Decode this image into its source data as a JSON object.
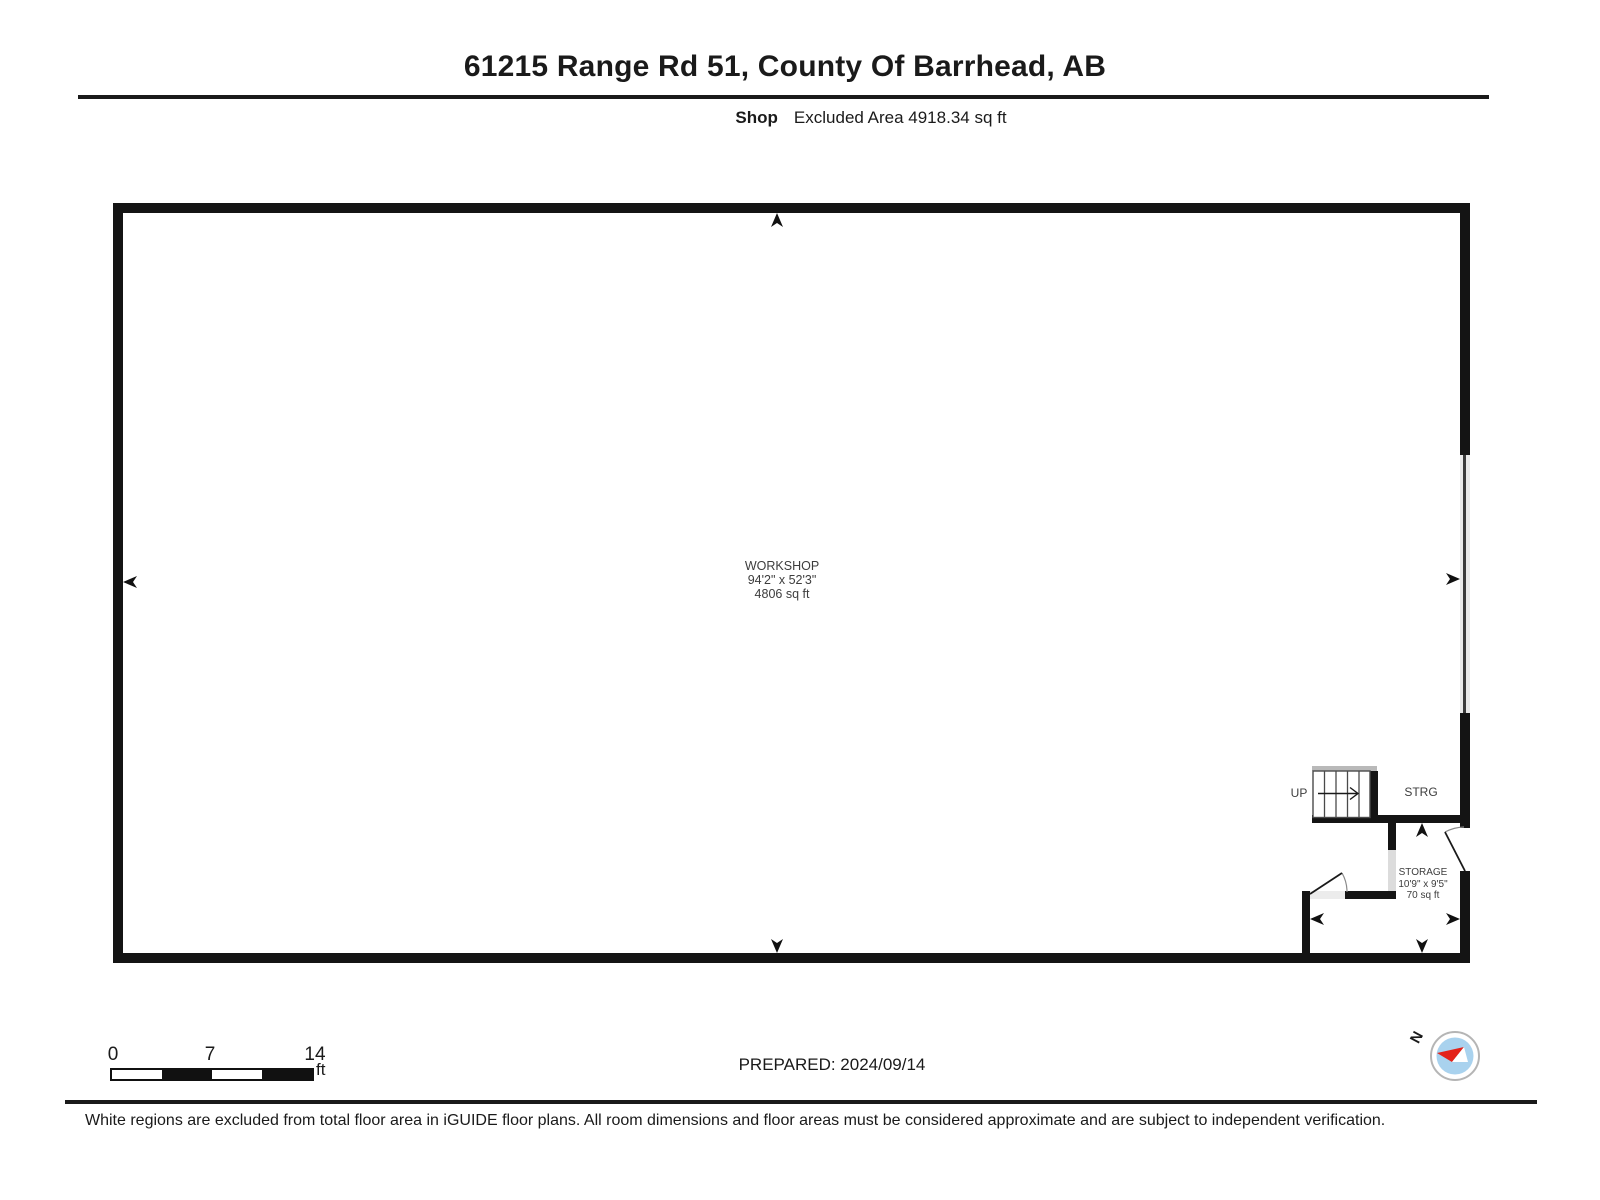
{
  "header": {
    "title": "61215 Range Rd 51, County Of Barrhead, AB",
    "floor_label": "Shop",
    "excluded_area": "Excluded Area 4918.34 sq ft"
  },
  "rooms": {
    "workshop": {
      "name": "WORKSHOP",
      "dimensions": "94'2\" x 52'3\"",
      "area": "4806 sq ft"
    },
    "storage": {
      "name": "STORAGE",
      "dimensions": "10'9\" x 9'5\"",
      "area": "70 sq ft"
    },
    "strg": {
      "name": "STRG"
    },
    "stairs": {
      "label": "UP"
    }
  },
  "scale_bar": {
    "start": "0",
    "mid": "7",
    "end": "14",
    "unit": "ft"
  },
  "compass": {
    "north_label": "N",
    "needle_color": "#e32219",
    "face_color": "#a9d2ee",
    "ring_color": "#b5b5b5"
  },
  "footer": {
    "prepared": "PREPARED: 2024/09/14",
    "disclaimer": "White regions are excluded from total floor area in iGUIDE floor plans. All room dimensions and floor areas must be considered approximate and are subject to independent verification."
  },
  "colors": {
    "wall": "#141414",
    "opening": "#dcdcdc",
    "text": "#1a1a1a"
  }
}
